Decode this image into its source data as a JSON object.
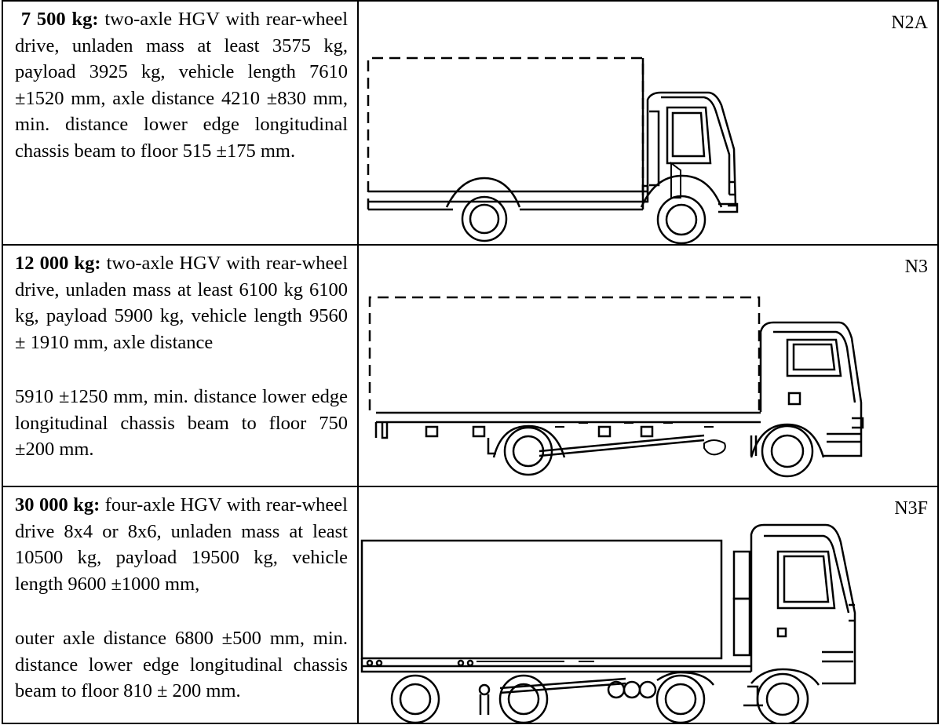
{
  "rows": [
    {
      "weight": "7 500 kg:",
      "text": " two-axle HGV with rear-wheel drive, unladen mass at least 3575 kg, payload 3925 kg, vehicle length 7610 ±1520 mm, axle distance 4210 ±830 mm, min. distance lower edge longitudinal chassis beam to floor 515 ±175 mm.",
      "code": "N2A",
      "icon": "two-axle-light-truck-drawing"
    },
    {
      "weight": "12 000 kg:",
      "text1": " two-axle HGV with rear-wheel drive, unladen mass at least 6100 kg 6100 kg, payload 5900 kg, vehicle length 9560 ± 1910 mm, axle distance",
      "text2": "5910 ±1250 mm, min. distance lower edge longitudinal chassis beam to floor 750 ±200 mm.",
      "code": "N3",
      "icon": "two-axle-medium-truck-drawing"
    },
    {
      "weight": "30 000 kg:",
      "text1": " four-axle HGV with rear-wheel drive 8x4 or 8x6, unladen mass at least 10500 kg, payload 19500 kg, vehicle length 9600 ±1000 mm,",
      "text2": "outer axle distance 6800 ±500  mm, min. distance lower edge longitudinal chassis beam to floor 810 ± 200 mm.",
      "code": "N3F",
      "icon": "four-axle-heavy-truck-drawing"
    }
  ]
}
